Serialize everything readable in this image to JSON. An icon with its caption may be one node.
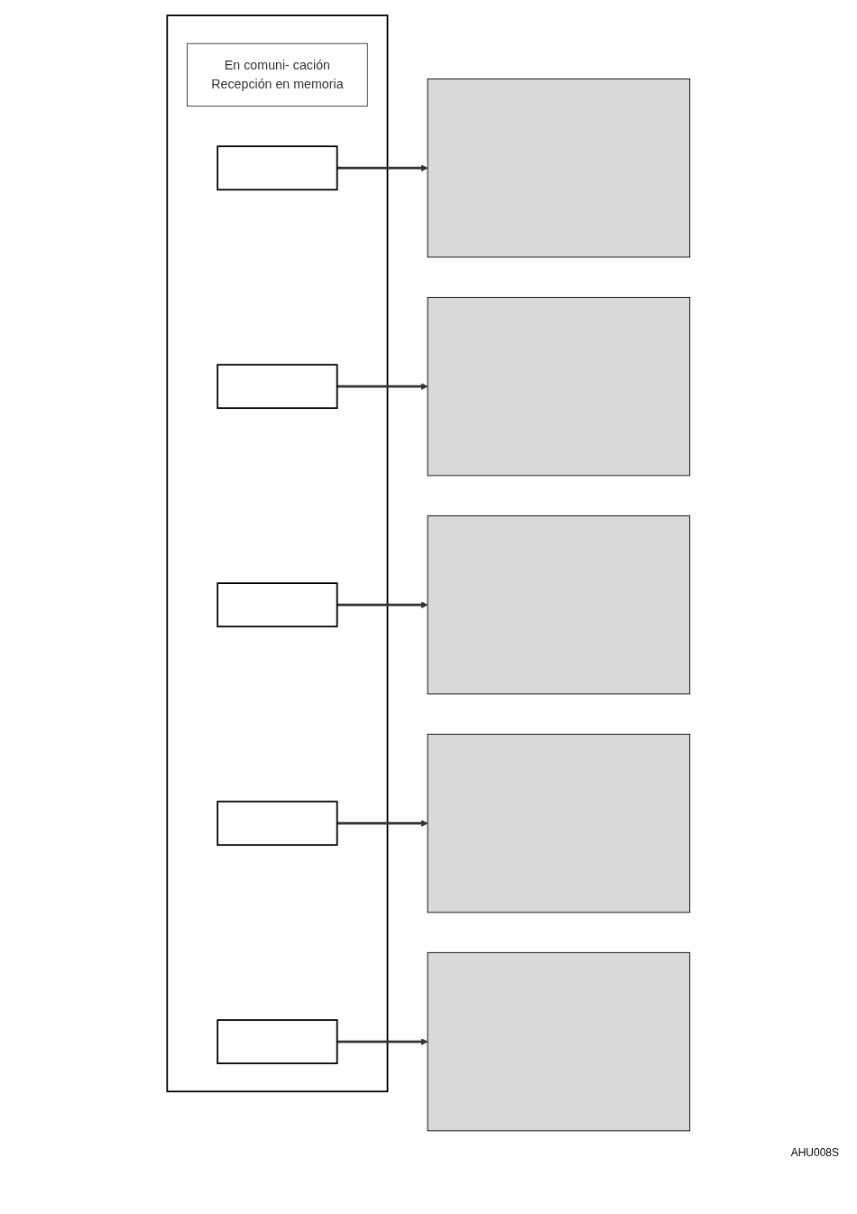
{
  "diagram": {
    "nodes": [
      {
        "text": [],
        "shape": "box"
      },
      {
        "text": [
          "En comuni- cación",
          "Recepción en memoria"
        ],
        "in": 0
      },
      {
        "text": [],
        "shape": "box",
        "in": 0
      },
      {
        "text": [],
        "shape": "box",
        "in": 0
      },
      {
        "text": [],
        "shape": "box",
        "in": 0
      },
      {
        "text": [],
        "shape": "box",
        "in": 0
      },
      {
        "text": [],
        "shape": "box",
        "in": 0
      },
      {
        "text": [],
        "shape": "box"
      },
      {
        "text": [],
        "shape": "box"
      },
      {
        "text": [],
        "shape": "box"
      },
      {
        "text": [],
        "shape": "box"
      },
      {
        "text": [],
        "shape": "box"
      }
    ],
    "edges": [
      {
        "from": 2,
        "to": 7,
        "arrow": "to"
      },
      {
        "from": 3,
        "to": 8,
        "arrow": "to"
      },
      {
        "from": 4,
        "to": 9,
        "arrow": "to"
      },
      {
        "from": 5,
        "to": 10,
        "arrow": "to"
      },
      {
        "from": 6,
        "to": 11,
        "arrow": "to"
      }
    ],
    "labels": [
      "AHU008S"
    ]
  }
}
